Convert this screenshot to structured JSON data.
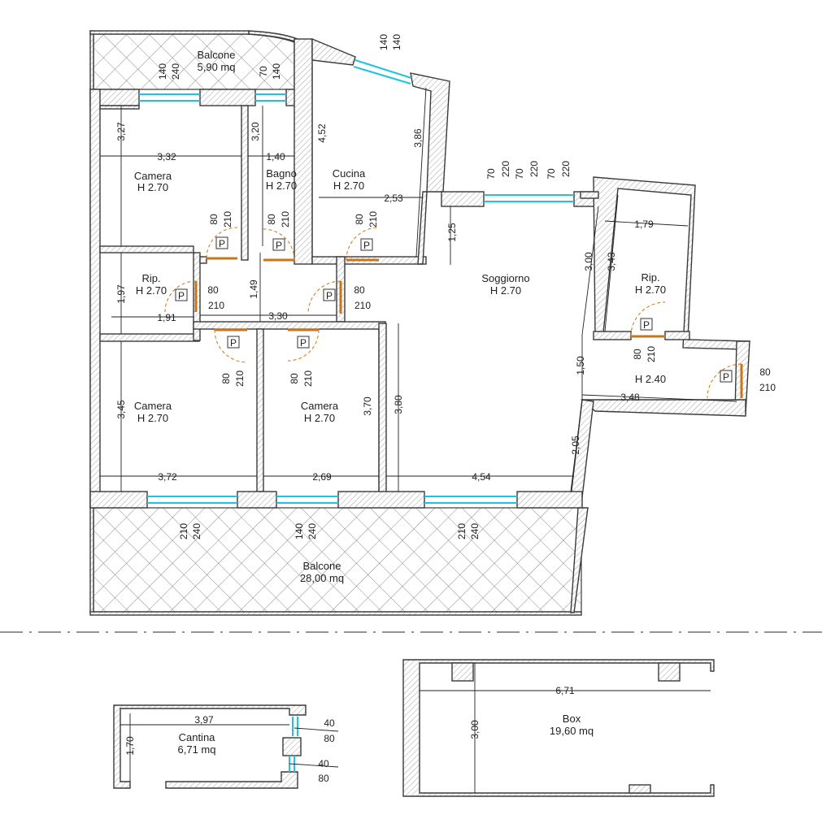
{
  "rooms": {
    "balcone_top": {
      "name": "Balcone",
      "area": "5,90 mq"
    },
    "camera1": {
      "name": "Camera",
      "height": "H 2.70"
    },
    "bagno": {
      "name": "Bagno",
      "height": "H 2.70"
    },
    "cucina": {
      "name": "Cucina",
      "height": "H 2.70"
    },
    "rip1": {
      "name": "Rip.",
      "height": "H 2.70"
    },
    "soggiorno": {
      "name": "Soggiorno",
      "height": "H 2.70"
    },
    "rip2": {
      "name": "Rip.",
      "height": "H 2.70"
    },
    "h240": {
      "height": "H 2.40"
    },
    "camera2": {
      "name": "Camera",
      "height": "H 2.70"
    },
    "camera3": {
      "name": "Camera",
      "height": "H 2.70"
    },
    "balcone_bottom": {
      "name": "Balcone",
      "area": "28,00 mq"
    },
    "cantina": {
      "name": "Cantina",
      "area": "6,71 mq"
    },
    "box": {
      "name": "Box",
      "area": "19,60 mq"
    }
  },
  "dims": {
    "camera1_w": "3,32",
    "camera1_h": "3,27",
    "bagno_w": "1,40",
    "bagno_h": "3,20",
    "cucina_h_left": "4,52",
    "cucina_h_right": "3,86",
    "cucina_w": "2,53",
    "sog_125": "1,25",
    "rip1_h": "1,97",
    "rip1_w": "1,91",
    "corr_h": "1,49",
    "corr_w": "3,30",
    "rip2_w": "1,79",
    "rip2_h": "3,43",
    "sog_300": "3,00",
    "sog_150": "1,50",
    "h240_w": "3,48",
    "camera2_h": "3,45",
    "camera2_w": "3,72",
    "camera3_w": "2,69",
    "camera3_h": "3,70",
    "sog_380": "3,80",
    "sog_205": "2,05",
    "sog_w": "4,54",
    "cantina_w": "3,97",
    "cantina_h": "1,70",
    "box_w": "6,71",
    "box_h": "3,00"
  },
  "windows": {
    "bal_w1": [
      "140",
      "240"
    ],
    "bal_w2": [
      "70",
      "140"
    ],
    "cucina_w": [
      "140",
      "140"
    ],
    "sog_w": [
      "70",
      "220",
      "70",
      "220",
      "70",
      "220"
    ],
    "bot_w1": [
      "210",
      "240"
    ],
    "bot_w2": [
      "140",
      "240"
    ],
    "bot_w3": [
      "210",
      "240"
    ],
    "cantina_w1": [
      "40",
      "80"
    ],
    "cantina_w2": [
      "40",
      "80"
    ]
  },
  "doors": {
    "d_camera1": [
      "80",
      "210"
    ],
    "d_bagno": [
      "80",
      "210"
    ],
    "d_cucina": [
      "80",
      "210"
    ],
    "d_rip1": [
      "80",
      "210"
    ],
    "d_soggiorno": [
      "80",
      "210"
    ],
    "d_camera2": [
      "80",
      "210"
    ],
    "d_camera3": [
      "80",
      "210"
    ],
    "d_rip2": [
      "80",
      "210"
    ],
    "d_ext": [
      "80",
      "210"
    ],
    "p_label": "P"
  }
}
